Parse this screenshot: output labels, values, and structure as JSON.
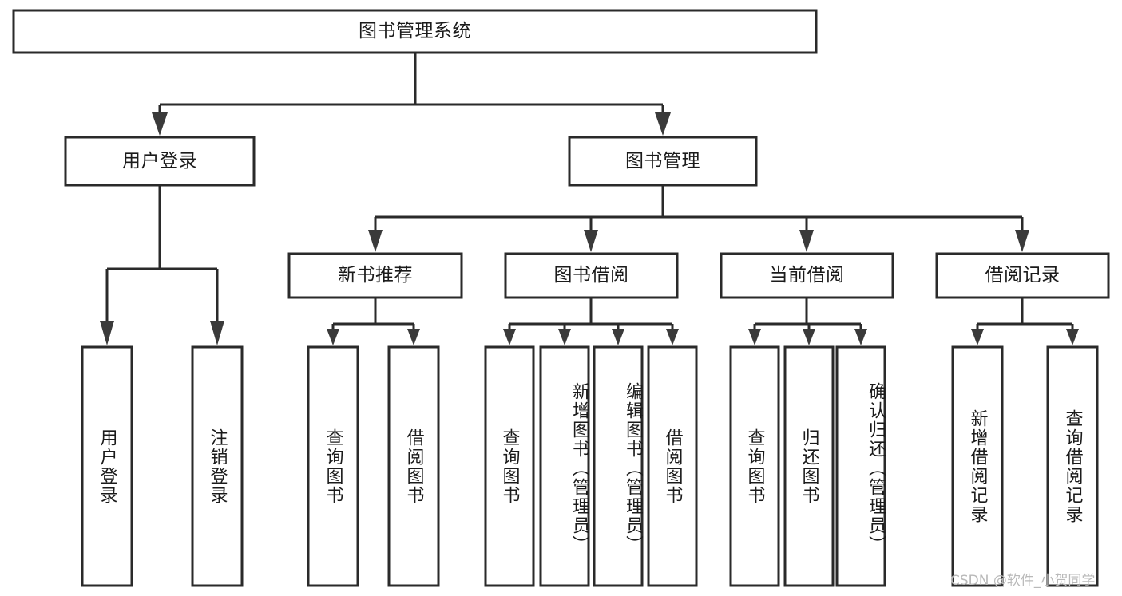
{
  "diagram": {
    "type": "tree",
    "title": "图书管理系统",
    "watermark": "CSDN @软件_小贺同学",
    "colors": {
      "box_stroke": "#2a2a2a",
      "box_fill": "#ffffff",
      "line": "#2a2a2a",
      "text": "#1b1b1b",
      "watermark": "#b9b9b9",
      "background": "#ffffff"
    },
    "levels": {
      "root": {
        "label": "图书管理系统"
      },
      "level2": [
        {
          "label": "用户登录"
        },
        {
          "label": "图书管理"
        }
      ],
      "level3": [
        {
          "label": "新书推荐"
        },
        {
          "label": "图书借阅"
        },
        {
          "label": "当前借阅"
        },
        {
          "label": "借阅记录"
        }
      ]
    },
    "leaves": {
      "user_login": [
        {
          "label": "用户登录"
        },
        {
          "label": "注销登录"
        }
      ],
      "new_book_recommend": [
        {
          "label": "查询图书"
        },
        {
          "label": "借阅图书"
        }
      ],
      "book_borrow": [
        {
          "label": "查询图书"
        },
        {
          "label": "新增图书（管理员）"
        },
        {
          "label": "编辑图书（管理员）"
        },
        {
          "label": "借阅图书"
        }
      ],
      "current_borrow": [
        {
          "label": "查询图书"
        },
        {
          "label": "归还图书"
        },
        {
          "label": "确认归还（管理员）"
        }
      ],
      "borrow_record": [
        {
          "label": "新增借阅记录"
        },
        {
          "label": "查询借阅记录"
        }
      ]
    }
  }
}
